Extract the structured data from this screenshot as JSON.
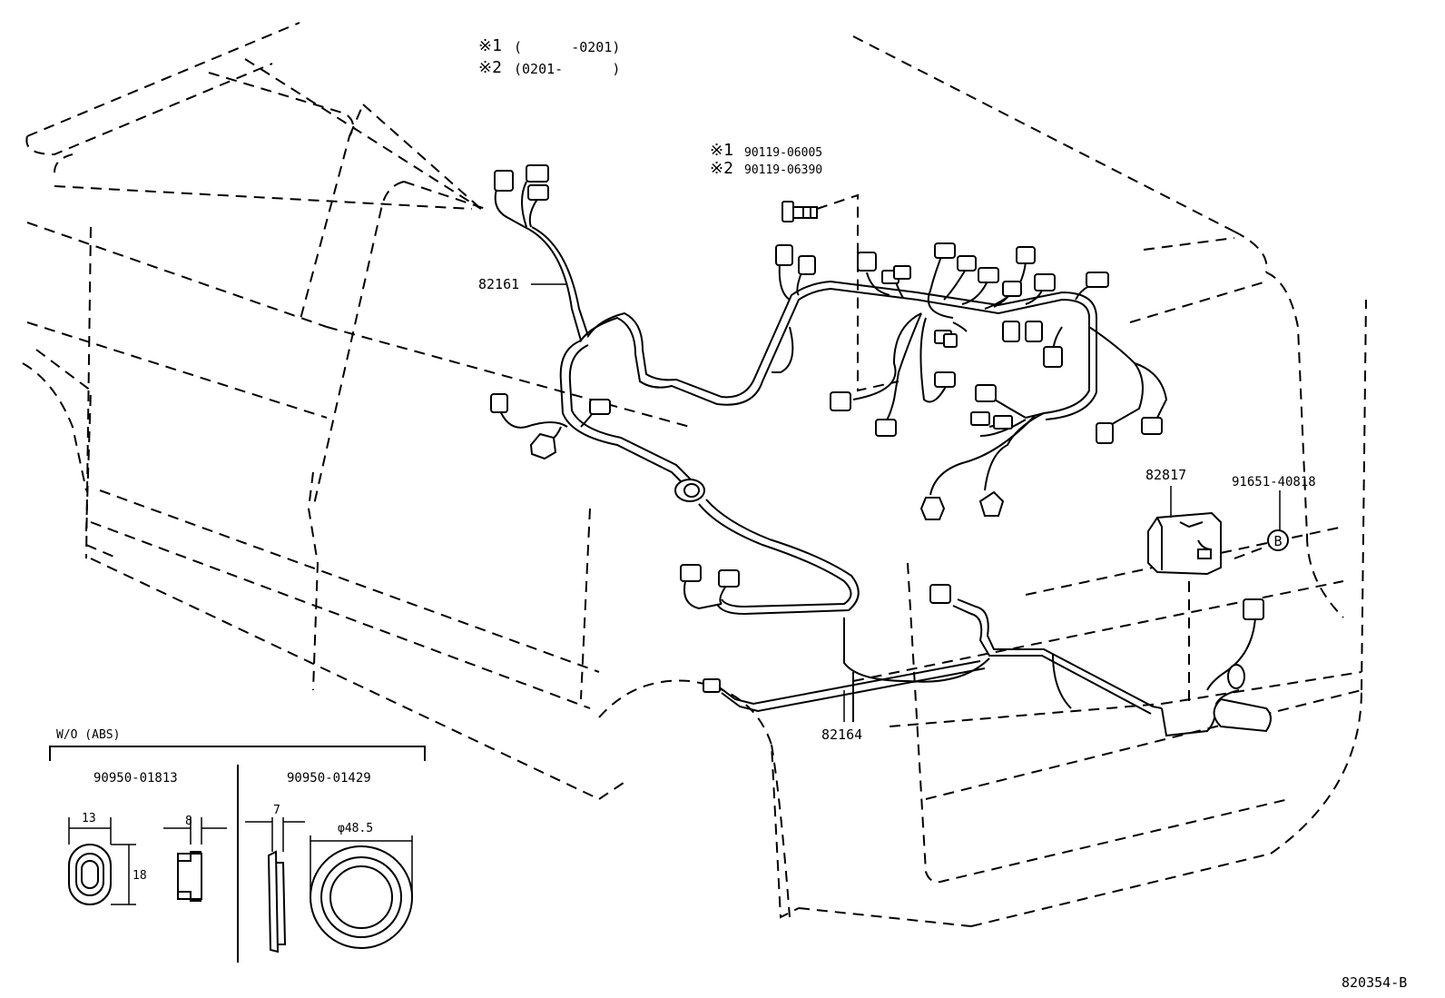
{
  "notes": {
    "n1_mark": "※1",
    "n1_range": "(      -0201)",
    "n2_mark": "※2",
    "n2_range": "(0201-      )"
  },
  "bolt": {
    "n1_mark": "※1",
    "n1_part": "90119-06005",
    "n2_mark": "※2",
    "n2_part": "90119-06390"
  },
  "parts": {
    "harness_front": "82161",
    "harness_rear": "82164",
    "bracket": "82817",
    "clip": "91651-40818",
    "clip_ref": "B"
  },
  "inset": {
    "title": "W/O (ABS)",
    "left_part": "90950-01813",
    "right_part": "90950-01429",
    "dim_w": "13",
    "dim_h": "18",
    "dim_t": "8",
    "dim_t2": "7",
    "dim_d": "φ48.5"
  },
  "figure_id": "820354-B"
}
